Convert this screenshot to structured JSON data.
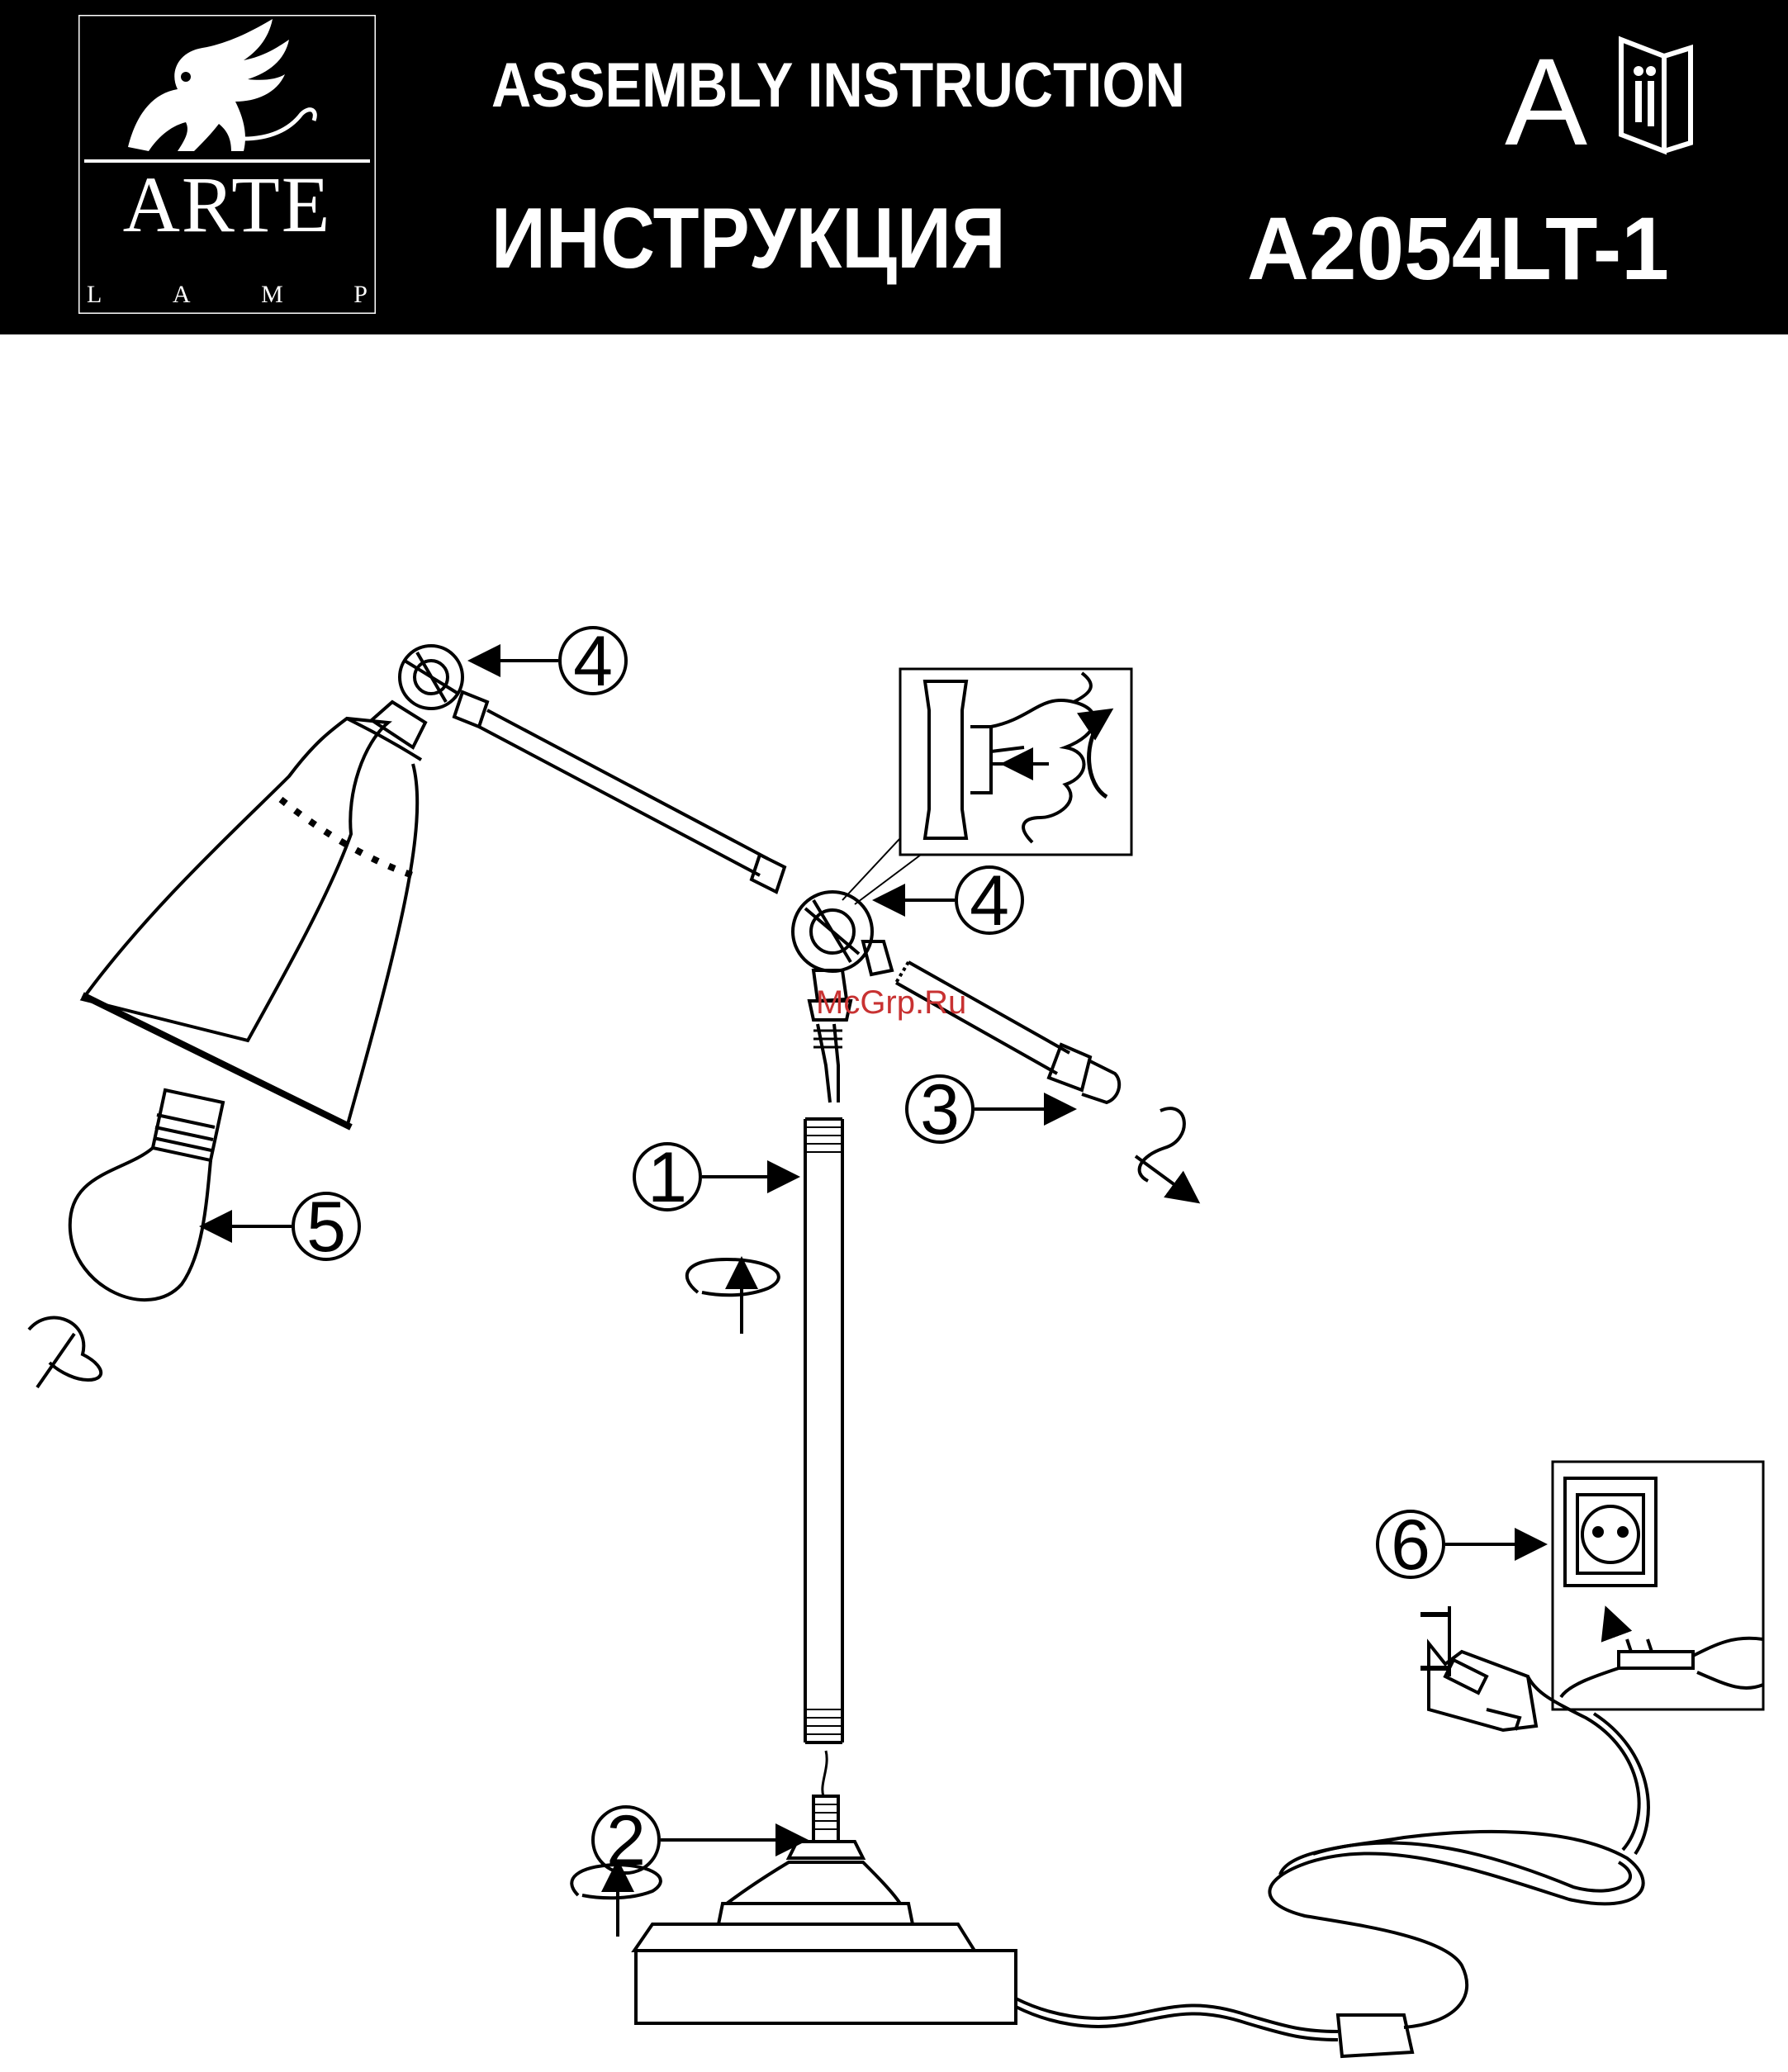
{
  "header": {
    "brand_name": "ARTE",
    "brand_sub": [
      "L",
      "A",
      "M",
      "P"
    ],
    "title_en": "ASSEMBLY INSTRUCTION",
    "title_ru": "ИНСТРУКЦИЯ",
    "language_letter": "A",
    "info_icon": "info-book-icon",
    "model": "A2054LT-1"
  },
  "callouts": {
    "part_1": "1",
    "part_2": "2",
    "part_3": "3",
    "part_4_top": "4",
    "part_4_mid": "4",
    "part_5": "5",
    "part_6": "6"
  },
  "watermark": "McGrp.Ru",
  "colors": {
    "header_bg": "#000000",
    "line": "#000000",
    "watermark": "#c83232"
  }
}
